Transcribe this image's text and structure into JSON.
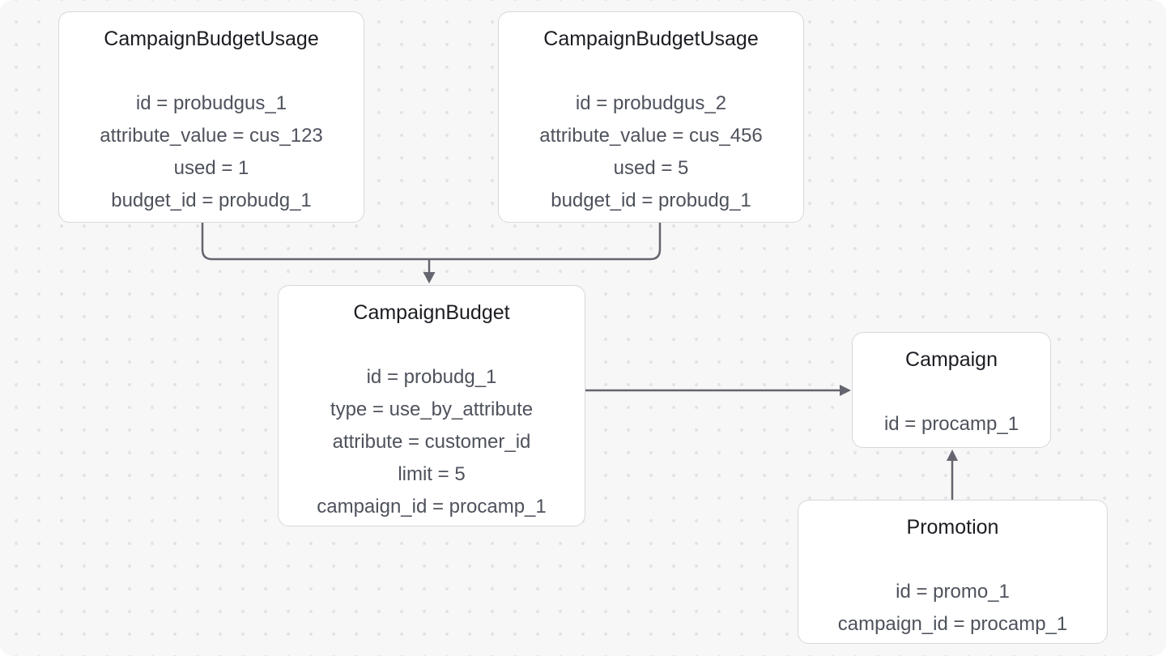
{
  "diagram": {
    "nodes": [
      {
        "id": "usage1",
        "title": "CampaignBudgetUsage",
        "attrs": [
          "id = probudgus_1",
          "attribute_value = cus_123",
          "used = 1",
          "budget_id = probudg_1"
        ]
      },
      {
        "id": "usage2",
        "title": "CampaignBudgetUsage",
        "attrs": [
          "id = probudgus_2",
          "attribute_value = cus_456",
          "used = 5",
          "budget_id = probudg_1"
        ]
      },
      {
        "id": "budget",
        "title": "CampaignBudget",
        "attrs": [
          "id = probudg_1",
          "type = use_by_attribute",
          "attribute = customer_id",
          "limit = 5",
          "campaign_id = procamp_1"
        ]
      },
      {
        "id": "campaign",
        "title": "Campaign",
        "attrs": [
          "id = procamp_1"
        ]
      },
      {
        "id": "promotion",
        "title": "Promotion",
        "attrs": [
          "id = promo_1",
          "campaign_id = procamp_1"
        ]
      }
    ],
    "edges": [
      {
        "from": "CampaignBudgetUsage (probudgus_1)",
        "to": "CampaignBudget",
        "style": "merged-arrow"
      },
      {
        "from": "CampaignBudgetUsage (probudgus_2)",
        "to": "CampaignBudget",
        "style": "merged-arrow"
      },
      {
        "from": "CampaignBudget",
        "to": "Campaign",
        "style": "arrow"
      },
      {
        "from": "Promotion",
        "to": "Campaign",
        "style": "arrow"
      }
    ],
    "colors": {
      "canvas_background": "#f7f7f8",
      "dot_grid": "#e4e4e7",
      "node_background": "#ffffff",
      "node_border": "#d8d8dc",
      "title_text": "#1b1d22",
      "attribute_text": "#4e525c",
      "connector": "#65656f"
    }
  }
}
